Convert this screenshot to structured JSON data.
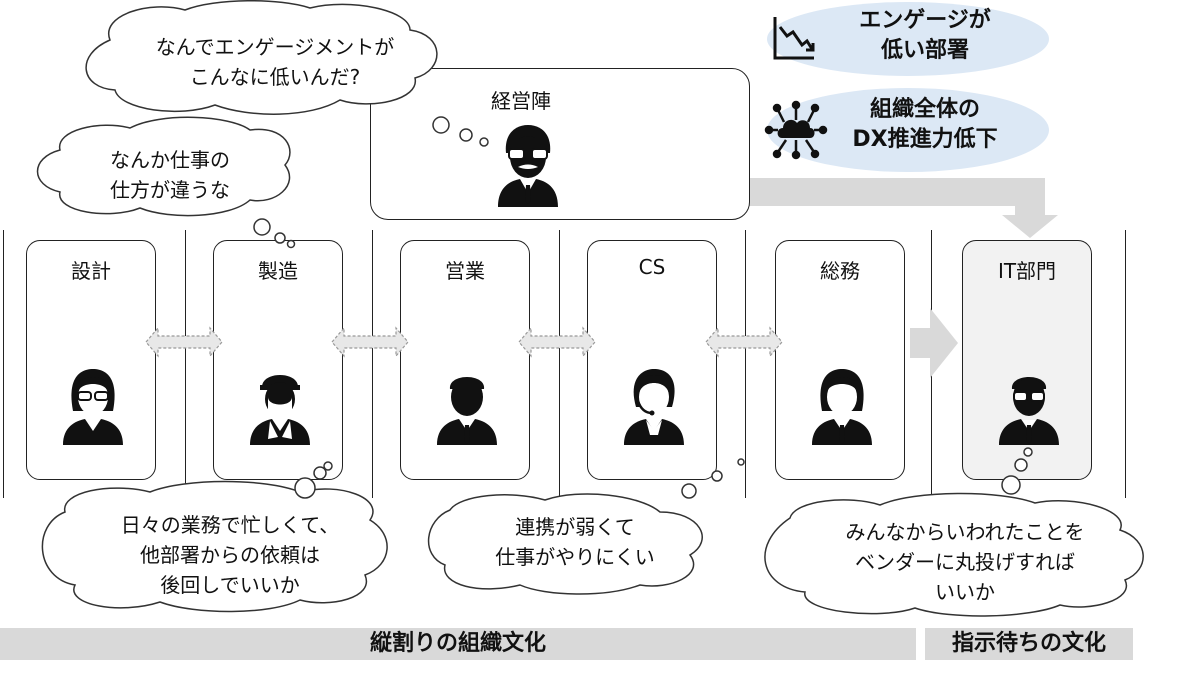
{
  "executive": {
    "label": "経営陣"
  },
  "departments": [
    {
      "label": "設計"
    },
    {
      "label": "製造"
    },
    {
      "label": "営業"
    },
    {
      "label": "CS"
    },
    {
      "label": "総務"
    },
    {
      "label": "IT部門"
    }
  ],
  "thoughts": {
    "exec": [
      "なんでエンゲージメントが",
      "こんなに低いんだ?"
    ],
    "design": [
      "なんか仕事の",
      "仕方が違うな"
    ],
    "busy": [
      "日々の業務で忙しくて、",
      "他部署からの依頼は",
      "後回しでいいか"
    ],
    "weak": [
      "連携が弱くて",
      "仕事がやりにくい"
    ],
    "it": [
      "みんなからいわれたことを",
      "ベンダーに丸投げすれば",
      "いいか"
    ]
  },
  "impacts": {
    "engagement": [
      "エンゲージが",
      "低い部署"
    ],
    "dx": [
      "組織全体の",
      "DX推進力低下"
    ]
  },
  "bands": {
    "silo": "縦割りの組織文化",
    "waiting": "指示待ちの文化"
  },
  "icons": {
    "engagement": "chart-down-icon",
    "dx": "network-cloud-icon"
  },
  "colors": {
    "impact_fill": "#dce8f5",
    "band_fill": "#d9d9d9",
    "arrow_fill": "#d9d9d9"
  }
}
